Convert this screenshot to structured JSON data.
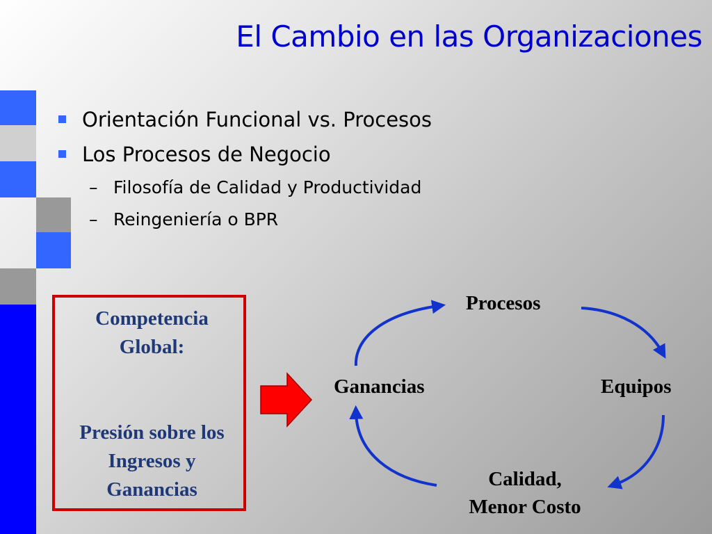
{
  "slide": {
    "title": "El Cambio en las Organizaciones",
    "bullets": [
      {
        "text": "Orientación Funcional vs. Procesos"
      },
      {
        "text": "Los Procesos de Negocio"
      }
    ],
    "sub_bullets": [
      {
        "text": "Filosofía de Calidad y Productividad"
      },
      {
        "text": "Reingeniería o BPR"
      }
    ],
    "dash": "–"
  },
  "box": {
    "line1": "Competencia",
    "line2": "Global:",
    "line3": "Presión sobre los",
    "line4": "Ingresos y",
    "line5": "Ganancias"
  },
  "cycle": {
    "procesos": "Procesos",
    "equipos": "Equipos",
    "calidad_line1": "Calidad,",
    "calidad_line2": "Menor Costo",
    "ganancias": "Ganancias"
  },
  "colors": {
    "title": "#0000cc",
    "bullet_square": "#3366ff",
    "box_border": "#cc0000",
    "box_text": "#1f3877",
    "cycle_arrow": "#1133cc",
    "big_arrow": "#ff0000",
    "deco_blue": "#3366ff",
    "deco_gray": "#999999",
    "deco_light": "#cccccc"
  }
}
